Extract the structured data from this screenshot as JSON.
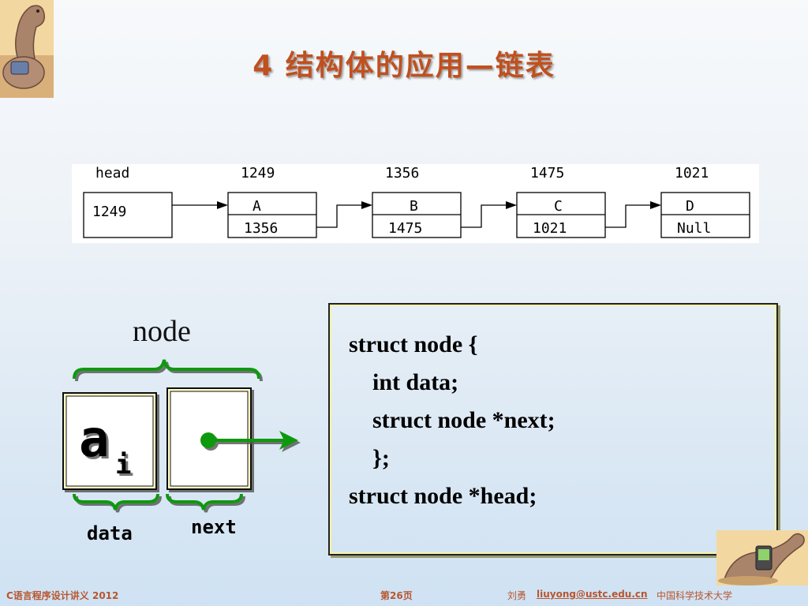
{
  "title": "4   结构体的应用—链表",
  "linked_list": {
    "head_label": "head",
    "head_value": "1249",
    "nodes": [
      {
        "address": "1249",
        "data": "A",
        "next": "1356"
      },
      {
        "address": "1356",
        "data": "B",
        "next": "1475"
      },
      {
        "address": "1475",
        "data": "C",
        "next": "1021"
      },
      {
        "address": "1021",
        "data": "D",
        "next": "Null"
      }
    ]
  },
  "node_diagram": {
    "node_label": "node",
    "data_symbol": "a",
    "data_subscript": "i",
    "data_label": "data",
    "next_label": "next"
  },
  "code": [
    "struct node {",
    "    int data;",
    "    struct node *next;",
    "    };",
    "struct node *head;"
  ],
  "footer": {
    "course": "C语言程序设计讲义 2012",
    "page": "第26页",
    "author": "刘勇",
    "email": "liuyong@ustc.edu.cn",
    "university": "中国科学技术大学"
  },
  "colors": {
    "title": "#c0501f",
    "green": "#119911",
    "box_fill": "#fffcc8"
  }
}
